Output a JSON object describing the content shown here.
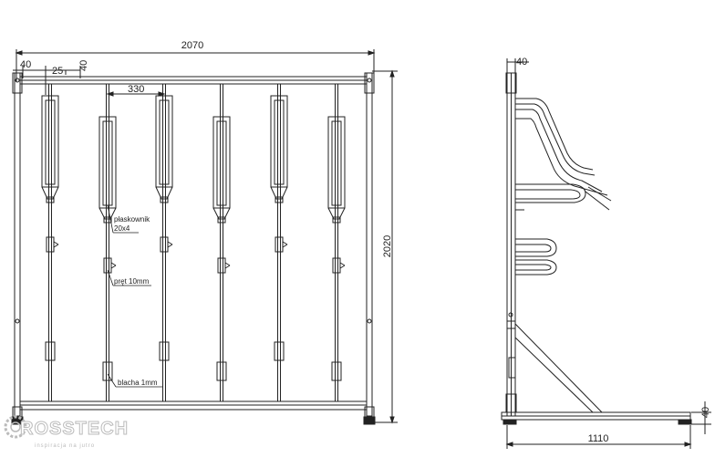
{
  "front_view": {
    "dims": {
      "overall_width": "2070",
      "left_offset": "40",
      "post_width": "25",
      "rail_offset": "40",
      "spacing": "330",
      "overall_height": "2020"
    },
    "annotations": {
      "flat_bar": "płaskownik",
      "flat_bar_size": "20x4",
      "rod": "pręt 10mm",
      "sheet": "blacha 1mm"
    },
    "bike_holders": 6
  },
  "side_view": {
    "dims": {
      "top_offset": "40",
      "depth": "1110",
      "foot_height": "40"
    }
  },
  "logo": {
    "text": "ROSSTECH",
    "tagline": "inspiracja na jutro"
  },
  "colors": {
    "line": "#222222",
    "logo_outline": "#bbbbbb"
  }
}
